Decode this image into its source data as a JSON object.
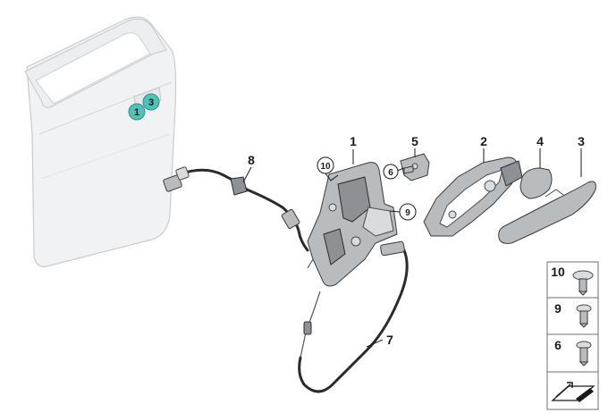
{
  "callouts": {
    "c1": "1",
    "c2": "2",
    "c3": "3",
    "c4": "4",
    "c5": "5",
    "c6": "6",
    "c7": "7",
    "c8": "8",
    "c9": "9",
    "c10": "10"
  },
  "door_badges": {
    "b1": "1",
    "b3": "3"
  },
  "legend": {
    "r10": "10",
    "r9": "9",
    "r6": "6"
  },
  "colors": {
    "badge_fill": "#4fc3b9",
    "door_fill": "#f1f2f3",
    "part_fill": "#b9bcbf"
  }
}
